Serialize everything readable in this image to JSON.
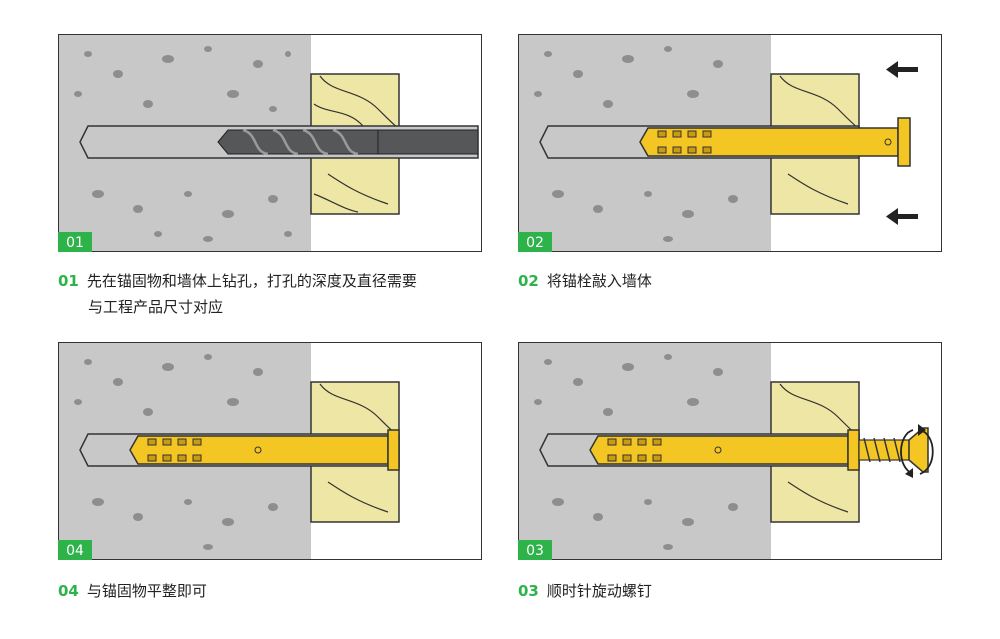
{
  "panels": [
    {
      "id": "p01",
      "badge": "01",
      "num": "01",
      "text": "先在锚固物和墙体上钻孔，打孔的深度及直径需要",
      "text2": "与工程产品尺寸对应",
      "tool": "drill"
    },
    {
      "id": "p02",
      "badge": "02",
      "num": "02",
      "text": "将锚栓敲入墙体",
      "text2": "",
      "tool": "hammer-in"
    },
    {
      "id": "p04",
      "badge": "04",
      "num": "04",
      "text": "与锚固物平整即可",
      "text2": "",
      "tool": "flush"
    },
    {
      "id": "p03",
      "badge": "03",
      "num": "03",
      "text": "顺时针旋动螺钉",
      "text2": "",
      "tool": "screw"
    }
  ],
  "colors": {
    "concrete": "#c8c8c9",
    "concrete_spots": "#8e8e90",
    "wood": "#eee6a4",
    "anchor": "#f3c623",
    "anchor_dark": "#c99a12",
    "drill": "#555759",
    "badge": "#2eb24a",
    "number_text": "#2eb24a"
  },
  "icons": [
    "arrow-left-icon",
    "rotate-clockwise-icon"
  ]
}
